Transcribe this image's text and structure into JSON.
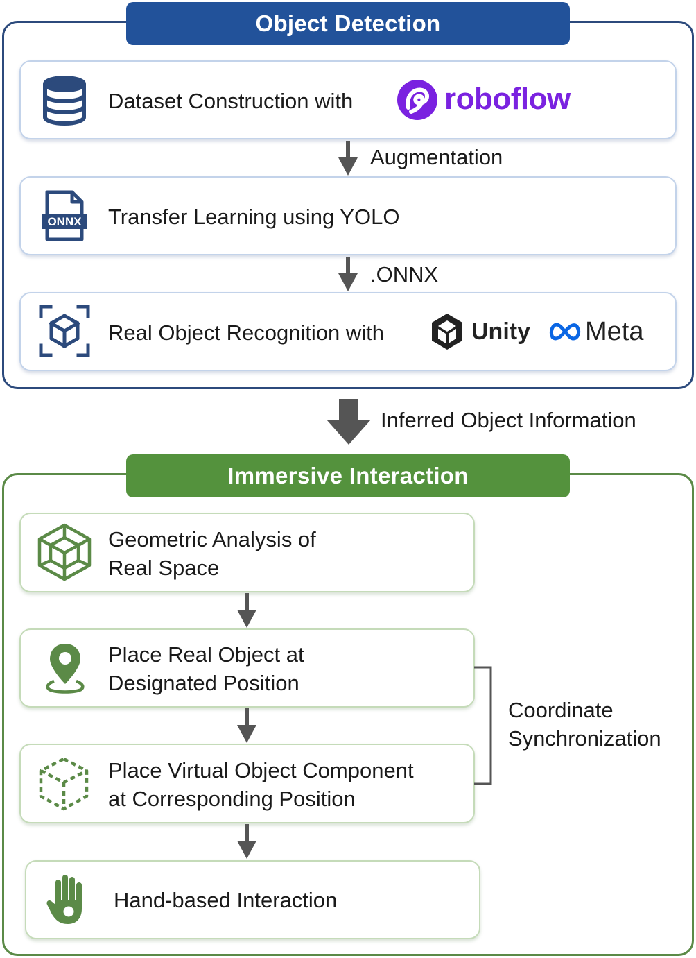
{
  "object_detection": {
    "title": "Object Detection",
    "steps": {
      "dataset": "Dataset Construction with",
      "transfer": "Transfer Learning using YOLO",
      "recognition": "Real Object Recognition with"
    },
    "edges": {
      "augmentation": "Augmentation",
      "onnx": ".ONNX"
    },
    "logos": {
      "roboflow": "roboflow",
      "unity": "Unity",
      "meta": "Meta",
      "onnx_file": "ONNX"
    }
  },
  "between_label": "Inferred Object Information",
  "immersive_interaction": {
    "title": "Immersive Interaction",
    "steps": {
      "geometric": [
        "Geometric Analysis of",
        "Real Space"
      ],
      "place_real": [
        "Place Real Object at",
        "Designated Position"
      ],
      "place_virtual": [
        "Place Virtual Object Component",
        "at Corresponding Position"
      ],
      "hand": "Hand-based Interaction"
    },
    "sync_label": [
      "Coordinate",
      "Synchronization"
    ]
  },
  "colors": {
    "blue_header": "#22529a",
    "blue_icon": "#2c4a7c",
    "green_header": "#54923d",
    "green_icon": "#5b8a47",
    "roboflow_purple": "#7a22e0",
    "meta_blue": "#0a66e4",
    "arrow_gray": "#555555"
  },
  "icons": {
    "dataset": "database-icon",
    "transfer": "onnx-file-icon",
    "recognition": "object-scan-icon",
    "geometric": "wireframe-cube-icon",
    "place_real": "map-pin-icon",
    "place_virtual": "dashed-cube-icon",
    "hand": "hand-icon"
  }
}
